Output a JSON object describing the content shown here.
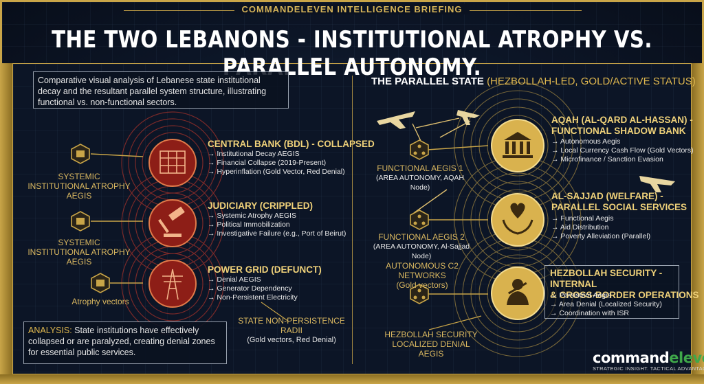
{
  "header": {
    "brand": "COMMANDELEVEN INTELLIGENCE BRIEFING",
    "title": "THE TWO LEBANONS - INSTITUTIONAL ATROPHY VS. PARALLEL AUTONOMY."
  },
  "left": {
    "intro": "Comparative visual analysis of Lebanese state institutional decay and the resultant parallel system structure, illustrating functional vs. non-functional sectors.",
    "side_labels": [
      "SYSTEMIC INSTITUTIONAL ATROPHY AEGIS",
      "SYSTEMIC INSTITUTIONAL ATROPHY AEGIS",
      "Atrophy vectors"
    ],
    "sectors": [
      {
        "title": "CENTRAL BANK (BDL) - COLLAPSED",
        "items": [
          "Institutional Decay AEGIS",
          "Financial Collapse (2019-Present)",
          "Hyperinflation (Gold Vector, Red Denial)"
        ]
      },
      {
        "title": "JUDICIARY (CRIPPLED)",
        "items": [
          "Systemic Atrophy AEGIS",
          "Political Immobilization",
          "Investigative Failure (e.g., Port of Beirut)"
        ]
      },
      {
        "title": "POWER GRID (DEFUNCT)",
        "items": [
          "Denial AEGIS",
          "Generator Dependency",
          "Non-Persistent Electricity"
        ]
      }
    ],
    "radii_label": "STATE NON-PERSISTENCE RADII",
    "radii_sub": "(Gold vectors, Red Denial)",
    "analysis_key": "ANALYSIS:",
    "analysis_text": "State institutions have effectively collapsed or are paralyzed, creating denial zones for essential public services."
  },
  "right": {
    "title_main": "THE PARALLEL STATE",
    "title_sub": "(HEZBOLLAH-LED, GOLD/ACTIVE STATUS)",
    "nodes": [
      {
        "label": "FUNCTIONAL AEGIS 1",
        "sub": "(AREA AUTONOMY, AQAH Node)"
      },
      {
        "label": "FUNCTIONAL AEGIS 2",
        "sub": "(AREA AUTONOMY, Al-Sajjad Node)"
      },
      {
        "label": "AUTONOMOUS C2 NETWORKS",
        "sub": "(Gold vectors)"
      }
    ],
    "bottom_label_1": "HEZBOLLAH SECURITY",
    "bottom_label_2": "LOCALIZED DENIAL AEGIS",
    "sectors": [
      {
        "title_1": "AQAH (AL-QARD AL-HASSAN) -",
        "title_2": "FUNCTIONAL SHADOW BANK",
        "items": [
          "Autonomous Aegis",
          "Local Currency Cash Flow (Gold Vectors)",
          "Microfinance / Sanction Evasion"
        ]
      },
      {
        "title_1": "AL-SAJJAD (WELFARE) -",
        "title_2": "PARALLEL SOCIAL SERVICES",
        "items": [
          "Functional Aegis",
          "Aid Distribution",
          "Poverty Alleviation (Parallel)"
        ]
      },
      {
        "title_1": "HEZBOLLAH SECURITY - INTERNAL",
        "title_2": "& CROSS-BORDER OPERATIONS",
        "items": [
          "Persistent Aegis",
          "Area Denial (Localized Security)",
          "Coordination with ISR"
        ]
      }
    ]
  },
  "logo": {
    "part1": "command",
    "part2": "eleven",
    "tagline": "STRATEGIC INSIGHT. TACTICAL ADVANTAGE."
  },
  "colors": {
    "gold": "#c9a548",
    "red": "#b3342b",
    "navy": "#0c1526"
  }
}
